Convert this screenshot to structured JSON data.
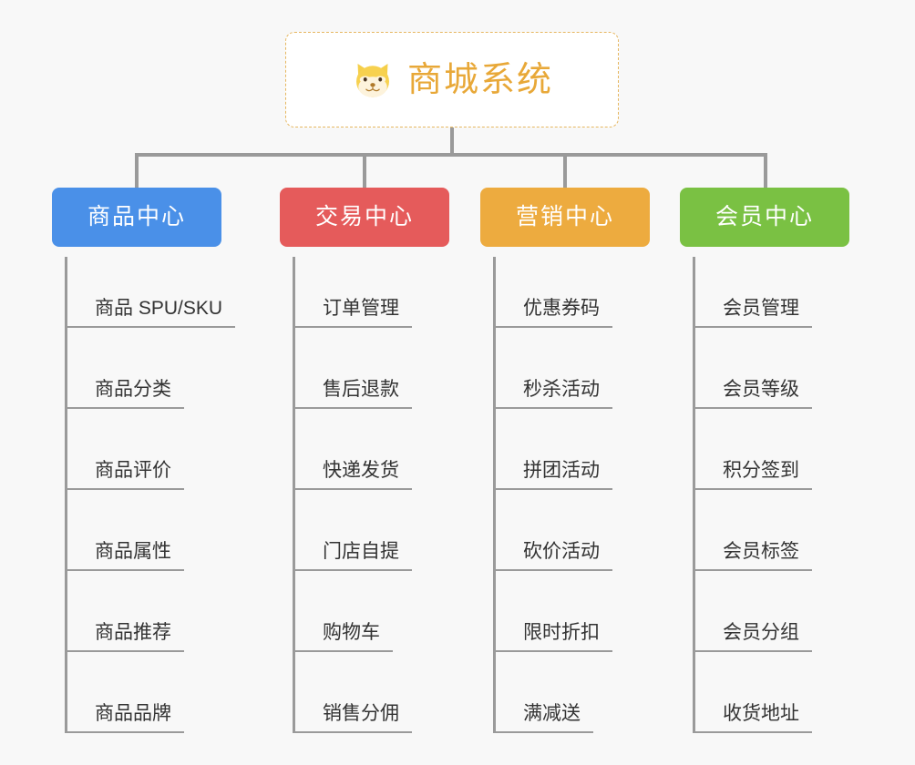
{
  "page": {
    "background_color": "#f8f8f8",
    "type": "mind-map"
  },
  "root": {
    "title": "商城系统",
    "icon": "shiba-dog-face-icon",
    "text_color": "#e8a838",
    "border_color": "#e6b760",
    "background_color": "#ffffff"
  },
  "categories": [
    {
      "label": "商品中心",
      "color": "#4a90e8",
      "items": [
        "商品 SPU/SKU",
        "商品分类",
        "商品评价",
        "商品属性",
        "商品推荐",
        "商品品牌"
      ]
    },
    {
      "label": "交易中心",
      "color": "#e55b5b",
      "items": [
        "订单管理",
        "售后退款",
        "快递发货",
        "门店自提",
        "购物车",
        "销售分佣"
      ]
    },
    {
      "label": "营销中心",
      "color": "#edab3f",
      "items": [
        "优惠券码",
        "秒杀活动",
        "拼团活动",
        "砍价活动",
        "限时折扣",
        "满减送"
      ]
    },
    {
      "label": "会员中心",
      "color": "#7ac143",
      "items": [
        "会员管理",
        "会员等级",
        "积分签到",
        "会员标签",
        "会员分组",
        "收货地址"
      ]
    }
  ],
  "connector": {
    "color": "#9a9a9a"
  }
}
